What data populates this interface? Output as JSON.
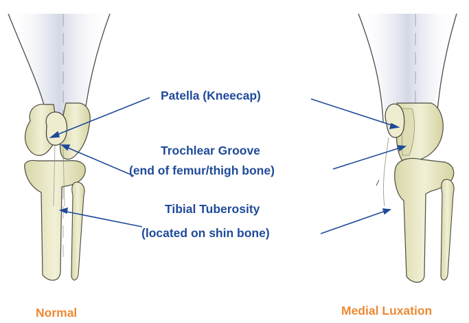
{
  "diagram": {
    "labels": {
      "patella": "Patella (Kneecap)",
      "trochlear_line1": "Trochlear Groove",
      "trochlear_line2": "(end of femur/thigh bone)",
      "tibial_line1": "Tibial Tuberosity",
      "tibial_line2": "(located on shin bone)"
    },
    "captions": {
      "normal": "Normal",
      "medial": "Medial Luxation"
    }
  },
  "colors": {
    "label_text": "#1f4a9a",
    "caption_text": "#ec8a34",
    "leader_line": "#1f4a9a",
    "bone_fill": "#e9e7c2",
    "bone_shadow": "#c9c79a",
    "bone_outline": "#4a4a40",
    "tissue_fill": "#dfe2ec"
  }
}
